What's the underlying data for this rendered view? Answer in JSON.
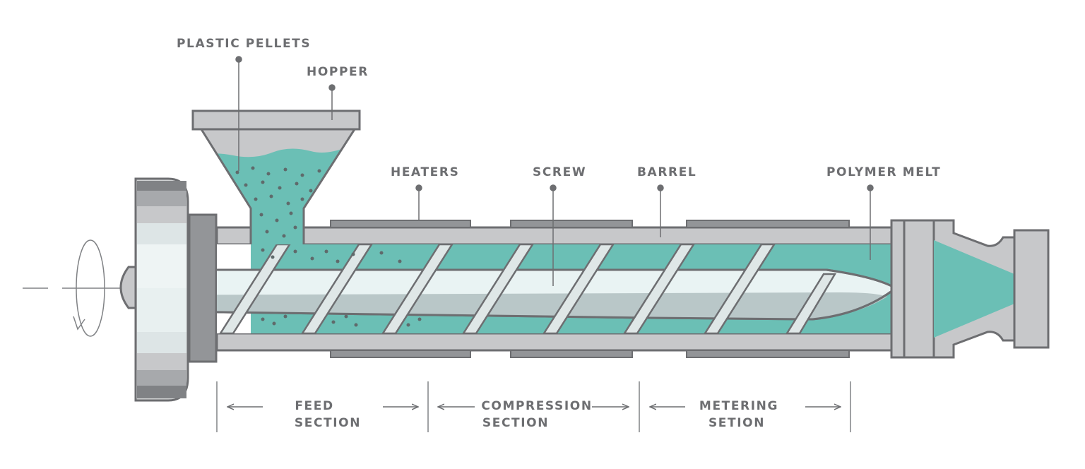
{
  "labels": {
    "plastic_pellets": "PLASTIC PELLETS",
    "hopper": "HOPPER",
    "heaters": "HEATERS",
    "screw": "SCREW",
    "barrel": "BARREL",
    "polymer_melt": "POLYMER MELT"
  },
  "sections": {
    "feed": {
      "line1": "FEED",
      "line2": "SECTION"
    },
    "compression": {
      "line1": "COMPRESSION",
      "line2": "SECTION"
    },
    "metering": {
      "line1": "METERING",
      "line2": "SETION"
    }
  },
  "colors": {
    "metal_dark": "#6d6e71",
    "metal_mid": "#a7a9ac",
    "metal_light": "#c7c8ca",
    "melt": "#6bbfb5",
    "screw_light": "#e8f3f3",
    "screw_shadow": "#b9c7c8",
    "pellet": "#5f6a6b",
    "label": "#6d6e71"
  }
}
